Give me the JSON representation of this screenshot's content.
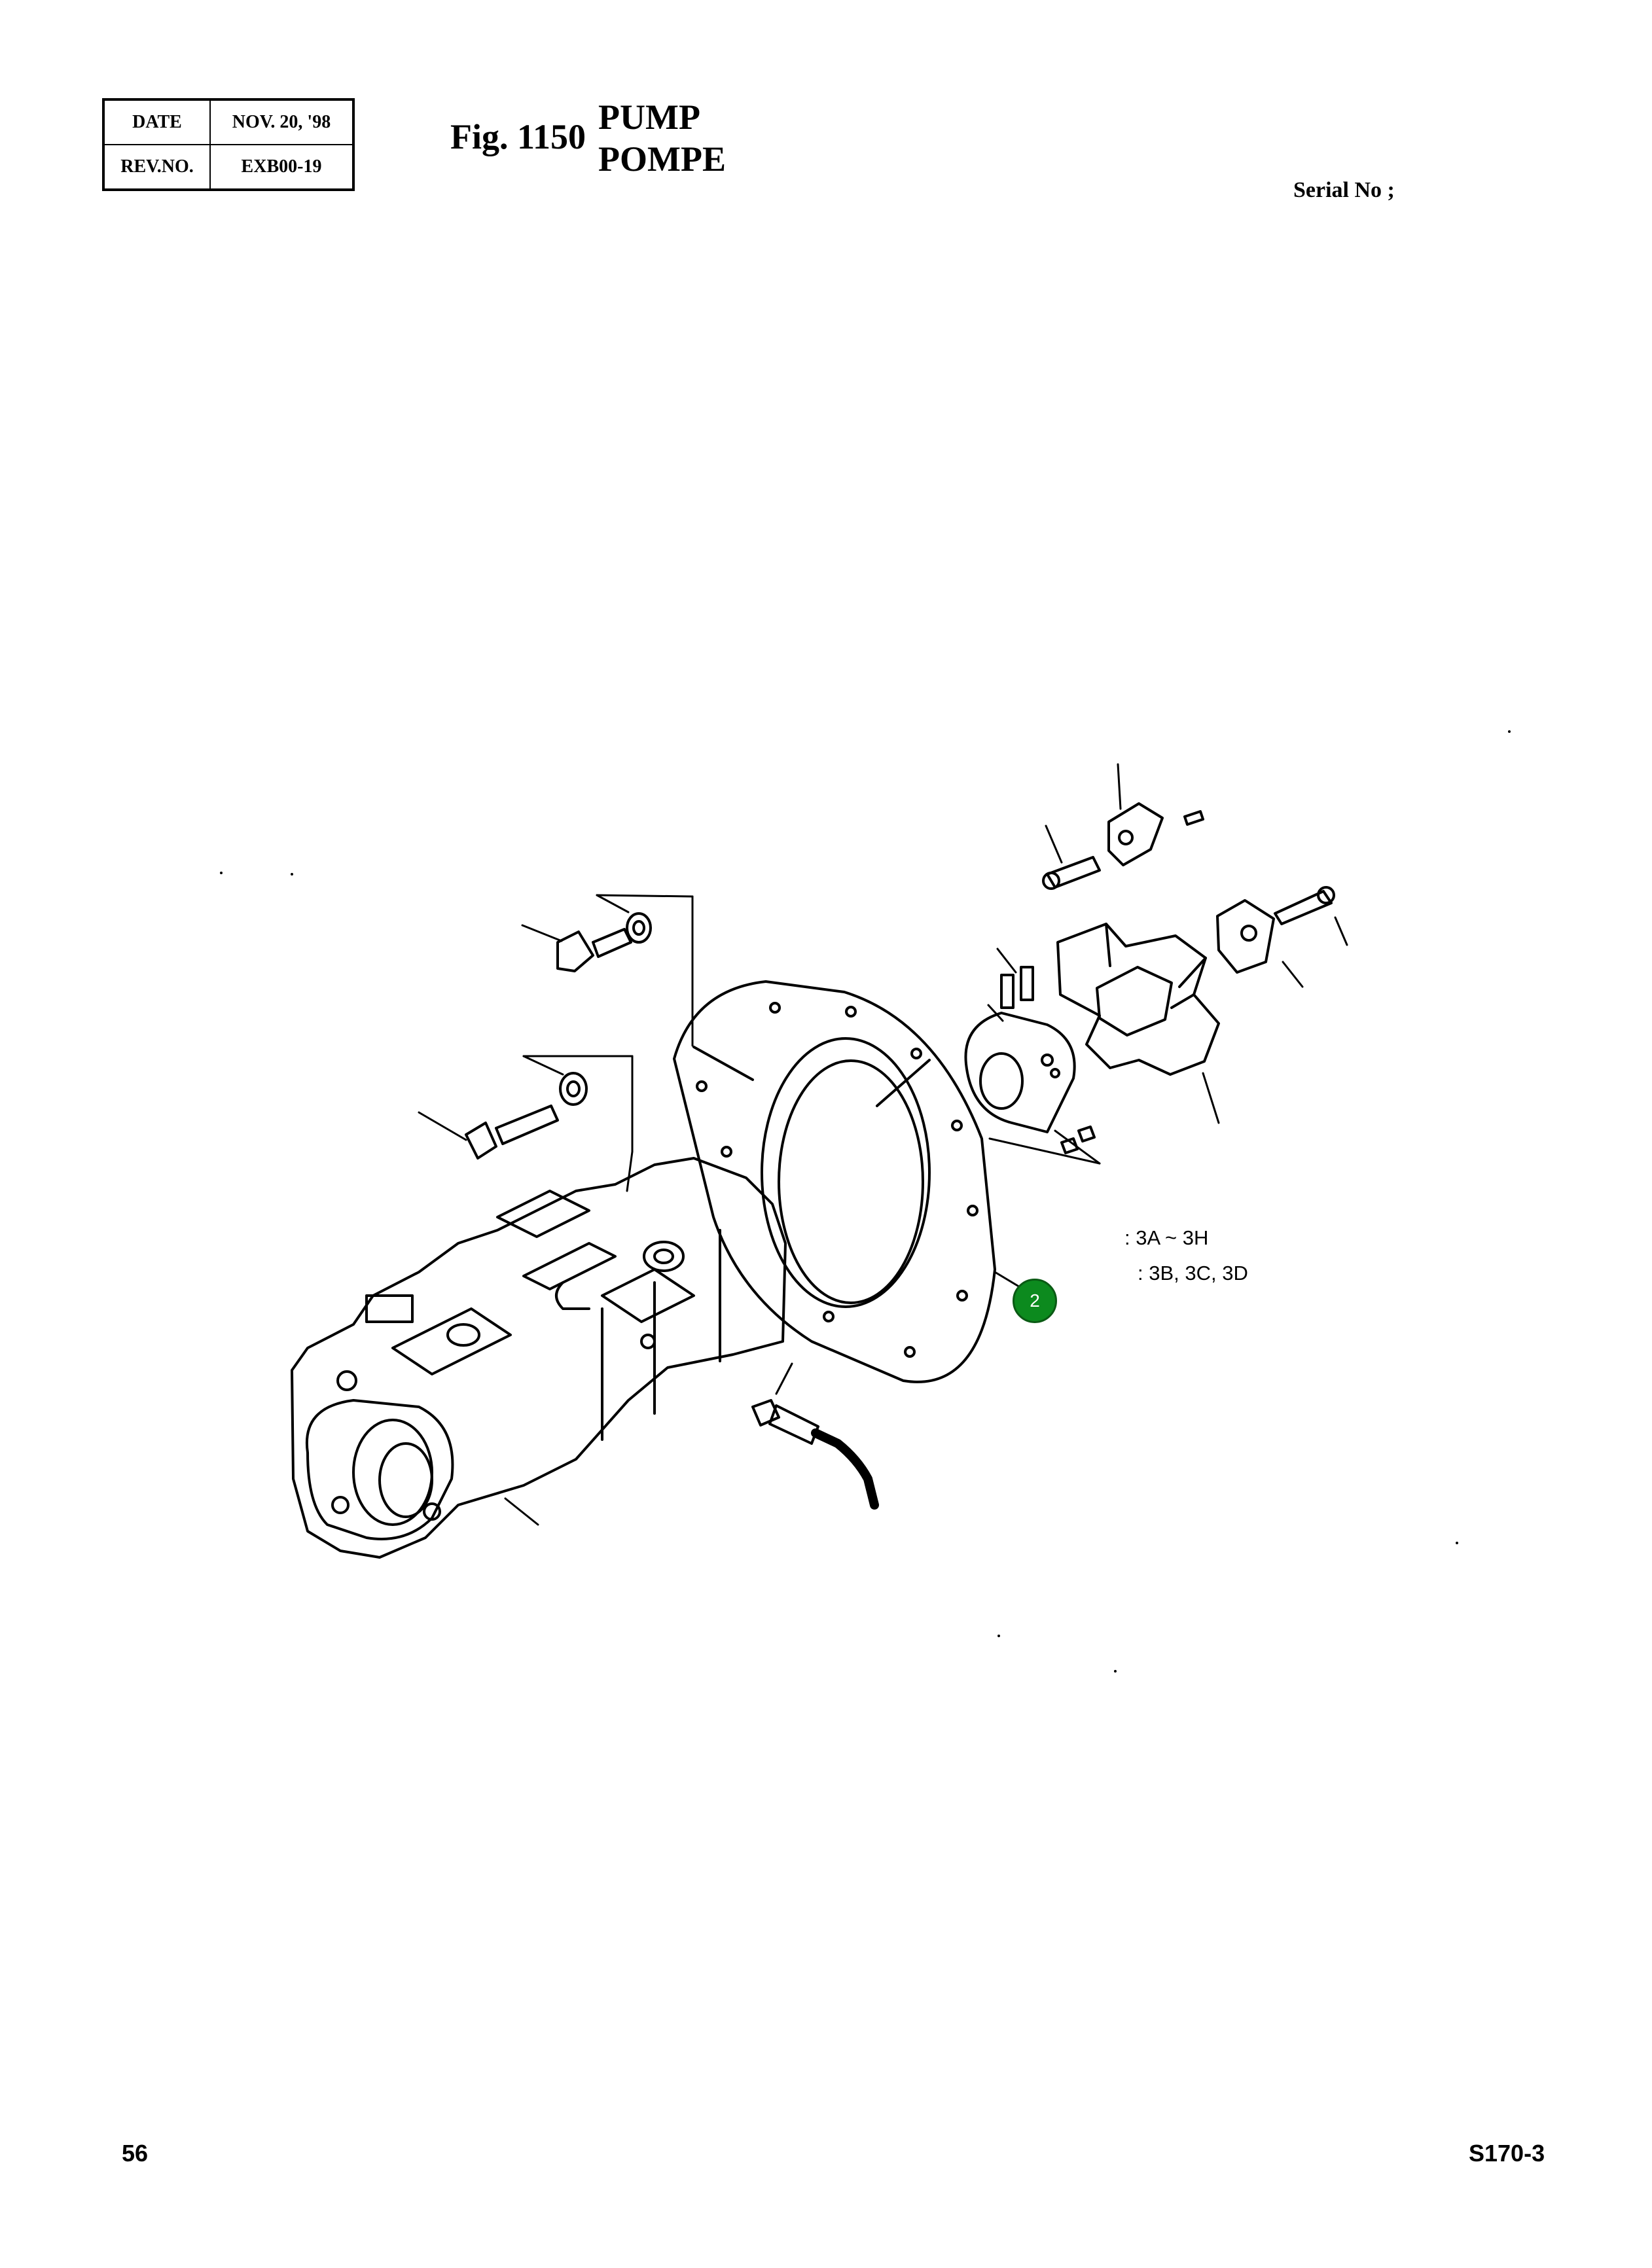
{
  "header": {
    "date_label": "DATE",
    "date_value": "NOV. 20, '98",
    "rev_label": "REV.NO.",
    "rev_value": "EXB00-19",
    "fig_number": "Fig. 1150",
    "title_en": "PUMP",
    "title_fr": "POMPE",
    "serial_label": "Serial No ;"
  },
  "diagram": {
    "notes": [
      ": 3A ~ 3H",
      ": 3B, 3C, 3D"
    ],
    "callouts": [
      {
        "label": "2",
        "color": "#0c8a1e"
      }
    ]
  },
  "footer": {
    "page_number": "56",
    "model": "S170-3"
  }
}
